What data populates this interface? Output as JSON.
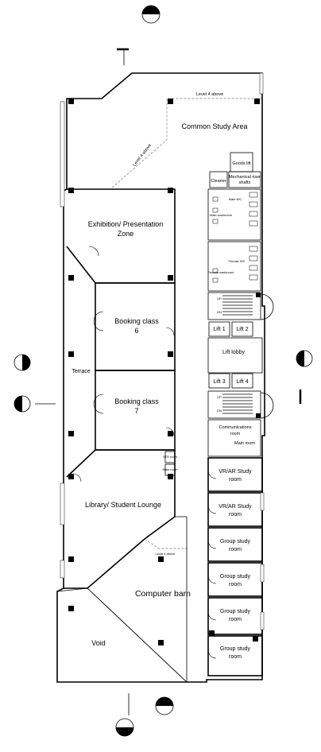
{
  "rooms": {
    "common_study_area": "Common Study Area",
    "goods_lift": "Goods lift",
    "mechanical_shafts_1": "Mechanical riser",
    "mechanical_shafts_2": "shafts",
    "cleaner": "Cleaner",
    "male_wc": "Male WC",
    "male_washroom": "Male washroom",
    "female_wc": "Female WC",
    "female_washroom": "Female washroom",
    "exhibition_1": "Exhibition/ Presentation",
    "exhibition_2": "Zone",
    "booking_class_6_a": "Booking class",
    "booking_class_6_b": "6",
    "booking_class_7_a": "Booking class",
    "booking_class_7_b": "7",
    "terrace": "Terrace",
    "lift_1": "Lift 1",
    "lift_2": "Lift 2",
    "lift_3": "Lift 3",
    "lift_4": "Lift 4",
    "lift_lobby": "Lift lobby",
    "up_1": "UP",
    "dn_1": "DN",
    "up_2": "UP",
    "dn_2": "DN",
    "communications_room_1": "Communications",
    "communications_room_2": "room",
    "main_room": "Main room",
    "store_1": "STB room",
    "store_2": "Main room",
    "vr_ar_1_a": "VR/AR Study",
    "vr_ar_1_b": "room",
    "vr_ar_2_a": "VR/AR Study",
    "vr_ar_2_b": "room",
    "library": "Library/ Student Lounge",
    "computer_barn": "Computer barn",
    "void": "Void",
    "group_1_a": "Group study",
    "group_1_b": "room",
    "group_2_a": "Group study",
    "group_2_b": "room",
    "group_3_a": "Group study",
    "group_3_b": "room",
    "group_4_a": "Group study",
    "group_4_b": "room"
  },
  "annotations": {
    "level4_top": "Level 4 above",
    "level4_diag": "Level 4 above",
    "level4_lower": "Level 4 above"
  }
}
